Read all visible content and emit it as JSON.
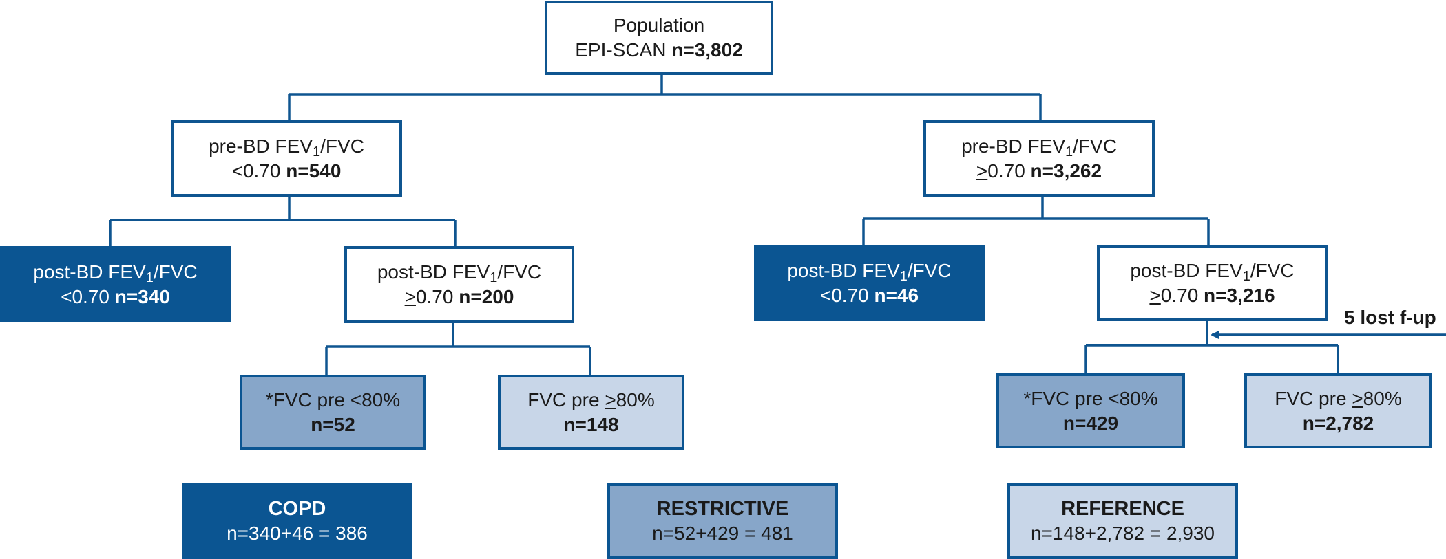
{
  "colors": {
    "accent": "#0b5592",
    "mid_fill": "#87a6c9",
    "light_fill": "#c8d6e8"
  },
  "nodes": {
    "population": {
      "line1": "Population",
      "line2_prefix": "EPI-SCAN ",
      "line2_bold": "n=3,802"
    },
    "pre_low": {
      "line1_a": "pre-BD FEV",
      "line1_sub": "1",
      "line1_b": "/FVC",
      "op": "<0.70 ",
      "n": "n=540"
    },
    "pre_high": {
      "line1_a": "pre-BD FEV",
      "line1_sub": "1",
      "line1_b": "/FVC",
      "op_u": ">",
      "op": "0.70 ",
      "n": "n=3,262"
    },
    "post_low_left": {
      "line1_a": "post-BD FEV",
      "line1_sub": "1",
      "line1_b": "/FVC",
      "op": "<0.70 ",
      "n": "n=340"
    },
    "post_high_left": {
      "line1_a": "post-BD FEV",
      "line1_sub": "1",
      "line1_b": "/FVC",
      "op_u": ">",
      "op": "0.70 ",
      "n": "n=200"
    },
    "post_low_right": {
      "line1_a": "post-BD FEV",
      "line1_sub": "1",
      "line1_b": "/FVC",
      "op": "<0.70 ",
      "n": "n=46"
    },
    "post_high_right": {
      "line1_a": "post-BD FEV",
      "line1_sub": "1",
      "line1_b": "/FVC",
      "op_u": ">",
      "op": "0.70 ",
      "n": "n=3,216"
    },
    "fvc_low_left": {
      "line1": "*FVC pre <80%",
      "n": "n=52"
    },
    "fvc_high_left": {
      "line1_a": "FVC pre ",
      "line1_u": ">",
      "line1_b": "80%",
      "n": "n=148"
    },
    "fvc_low_right": {
      "line1": "*FVC pre <80%",
      "n": "n=429"
    },
    "fvc_high_right": {
      "line1_a": "FVC pre ",
      "line1_u": ">",
      "line1_b": "80%",
      "n": "n=2,782"
    }
  },
  "outcomes": {
    "copd": {
      "title": "COPD",
      "formula": "n=340+46 = 386"
    },
    "restrictive": {
      "title": "RESTRICTIVE",
      "formula": "n=52+429 = 481"
    },
    "reference": {
      "title": "REFERENCE",
      "formula": "n=148+2,782 = 2,930"
    }
  },
  "lost_followup": {
    "label": "5 lost f-up"
  }
}
